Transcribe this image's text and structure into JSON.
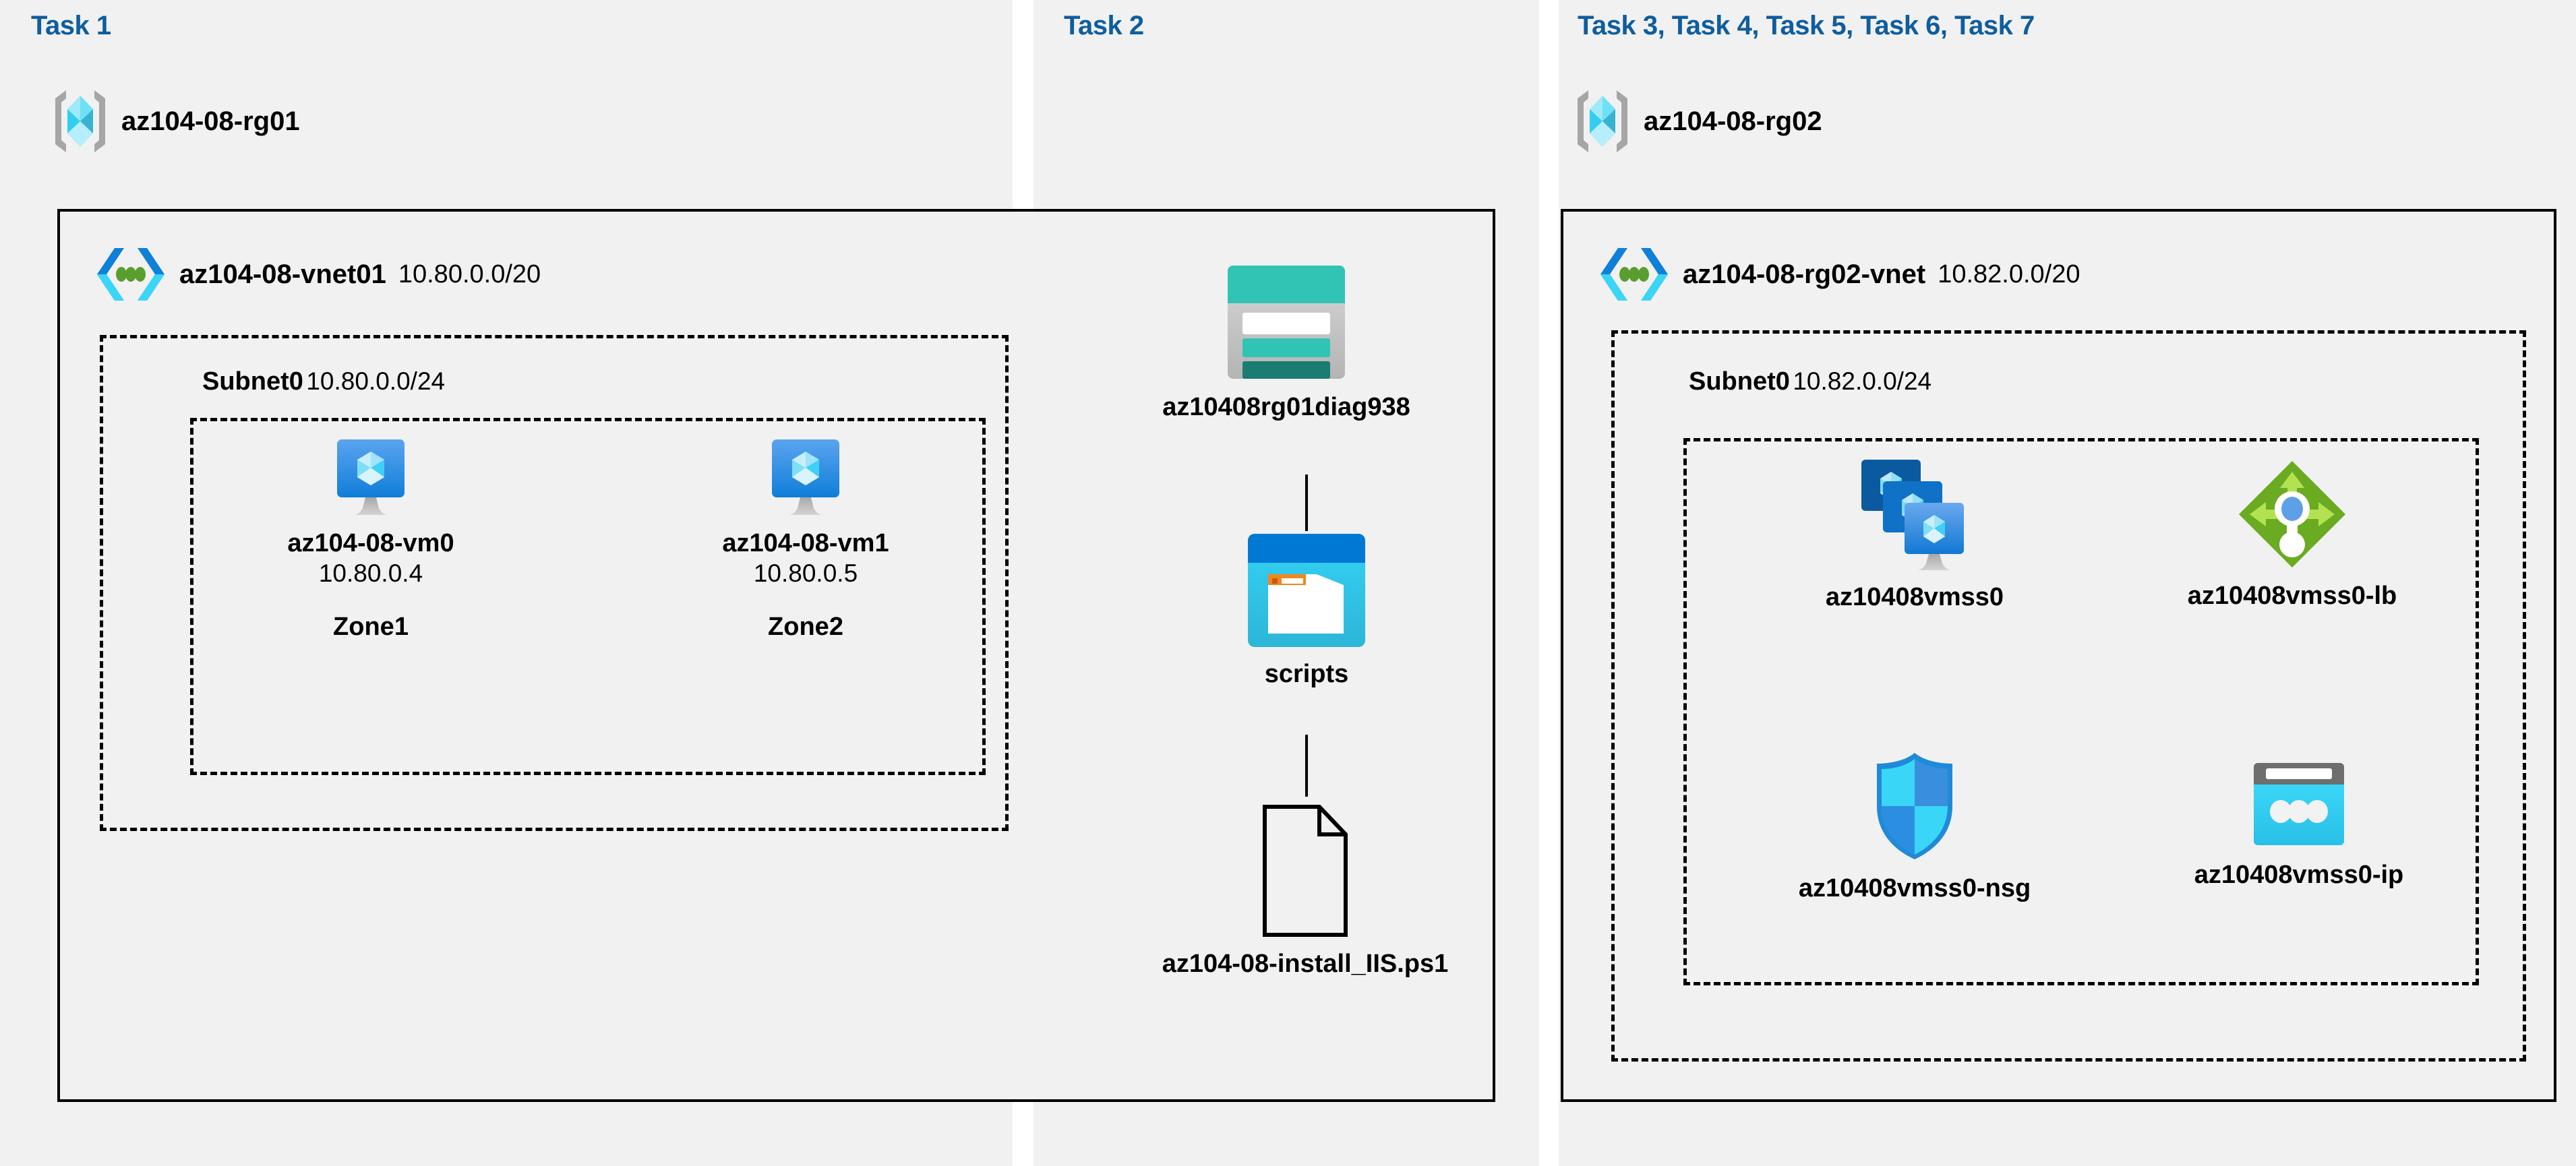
{
  "columns": [
    {
      "id": "task1",
      "title": "Task 1"
    },
    {
      "id": "task2",
      "title": "Task 2"
    },
    {
      "id": "task3",
      "title": "Task 3, Task 4, Task 5, Task 6, Task 7"
    }
  ],
  "colors": {
    "task_title": "#0f5d9e",
    "panel_bg": "#f1f1f1",
    "border": "#000000",
    "vm_blue": "#2f87e0",
    "vnet_blue": "#0f80d8",
    "vnet_dot_green": "#5a9e2f",
    "storage_teal": "#31c4b5",
    "storage_teal_dark": "#1b7c74",
    "blob_blue_top": "#0078d4",
    "blob_cyan": "#32c8f0",
    "blob_tab_orange": "#f0881e",
    "lb_green": "#6aab21",
    "lb_green_light": "#a7dc4b",
    "lb_center_blue": "#5ea0e8",
    "nsg_cyan": "#3ad6f7",
    "nsg_blue": "#2b8ee0",
    "ip_gray": "#6e6e6e",
    "ip_cyan": "#31c3ef"
  },
  "task1": {
    "resource_group": {
      "name": "az104-08-rg01",
      "icon": "resource-group-icon"
    },
    "vnet": {
      "name": "az104-08-vnet01",
      "cidr": "10.80.0.0/20",
      "icon": "virtual-network-icon"
    },
    "subnet": {
      "name": "Subnet0",
      "cidr": "10.80.0.0/24"
    },
    "vms": [
      {
        "name": "az104-08-vm0",
        "ip": "10.80.0.4",
        "zone": "Zone1",
        "icon": "virtual-machine-icon"
      },
      {
        "name": "az104-08-vm1",
        "ip": "10.80.0.5",
        "zone": "Zone2",
        "icon": "virtual-machine-icon"
      }
    ]
  },
  "task2": {
    "storage_account": {
      "name": "az10408rg01diag938",
      "icon": "storage-account-icon"
    },
    "container": {
      "name": "scripts",
      "icon": "blob-container-icon"
    },
    "file": {
      "name": "az104-08-install_IIS.ps1",
      "icon": "file-icon"
    }
  },
  "task3": {
    "resource_group": {
      "name": "az104-08-rg02",
      "icon": "resource-group-icon"
    },
    "vnet": {
      "name": "az104-08-rg02-vnet",
      "cidr": "10.82.0.0/20",
      "icon": "virtual-network-icon"
    },
    "subnet": {
      "name": "Subnet0",
      "cidr": "10.82.0.0/24"
    },
    "resources": [
      {
        "name": "az10408vmss0",
        "icon": "vm-scale-set-icon"
      },
      {
        "name": "az10408vmss0-lb",
        "icon": "load-balancer-icon"
      },
      {
        "name": "az10408vmss0-nsg",
        "icon": "network-security-group-icon"
      },
      {
        "name": "az10408vmss0-ip",
        "icon": "public-ip-address-icon"
      }
    ]
  }
}
